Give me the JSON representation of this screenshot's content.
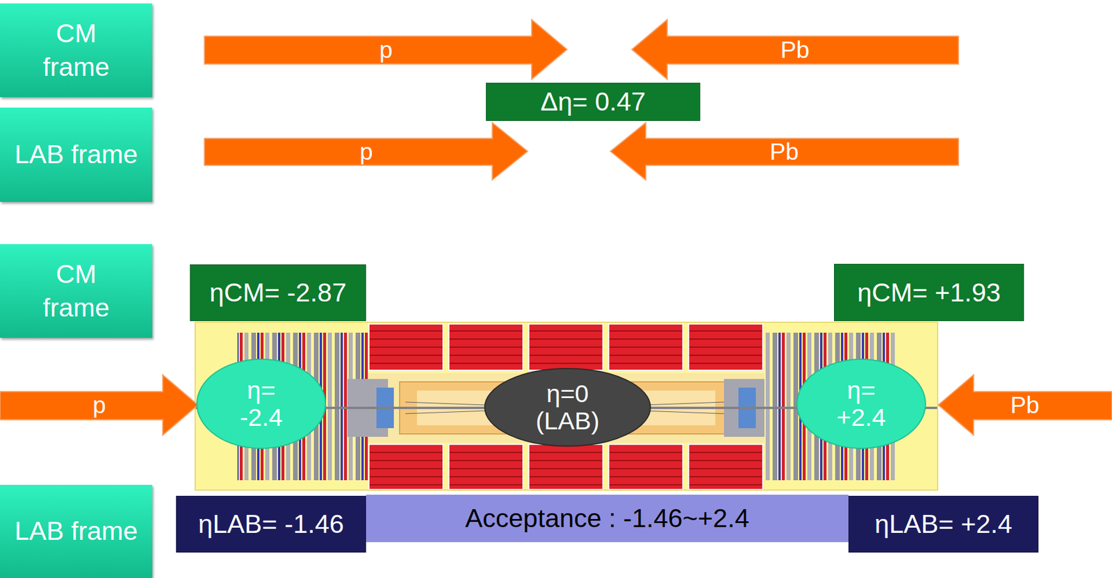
{
  "diagram": {
    "nodes": [
      {
        "text": [
          "CM frame"
        ]
      },
      {
        "text": [
          "p"
        ]
      },
      {
        "text": [
          "Pb"
        ]
      },
      {
        "text": [
          "Δη= 0.47"
        ]
      },
      {
        "text": [
          "LAB frame"
        ]
      },
      {
        "text": [
          "p"
        ]
      },
      {
        "text": [
          "Pb"
        ]
      },
      {
        "text": [
          "CM frame"
        ]
      },
      {
        "text": [
          "ηCM= -2.87"
        ]
      },
      {
        "text": [
          "ηCM= +1.93"
        ]
      },
      {
        "text": [
          "p"
        ]
      },
      {
        "text": [
          "η= -2.4"
        ]
      },
      {
        "text": [
          "η=0 (LAB)"
        ]
      },
      {
        "text": [
          "η= +2.4"
        ]
      },
      {
        "text": [
          "Pb"
        ]
      },
      {
        "text": [
          "LAB frame"
        ]
      },
      {
        "text": [
          "ηLAB= -1.46"
        ]
      },
      {
        "text": [
          "Acceptance : -1.46~+2.4"
        ]
      },
      {
        "text": [
          "ηLAB= +2.4"
        ]
      }
    ]
  }
}
